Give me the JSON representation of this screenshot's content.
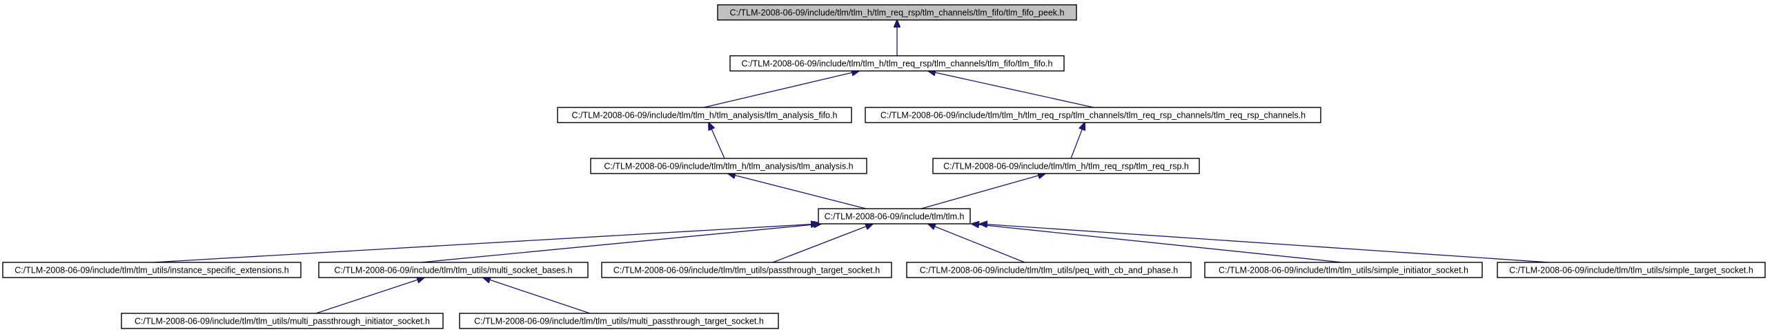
{
  "colors": {
    "edge": "#191970",
    "node_fill": "#ffffff",
    "root_fill": "#c0c0c0",
    "node_stroke": "#000000"
  },
  "nodes": [
    {
      "id": "tlm_fifo_peek",
      "label": "C:/TLM-2008-06-09/include/tlm/tlm_h/tlm_req_rsp/tlm_channels/tlm_fifo/tlm_fifo_peek.h",
      "root": true
    },
    {
      "id": "tlm_fifo",
      "label": "C:/TLM-2008-06-09/include/tlm/tlm_h/tlm_req_rsp/tlm_channels/tlm_fifo/tlm_fifo.h"
    },
    {
      "id": "tlm_analysis_fifo",
      "label": "C:/TLM-2008-06-09/include/tlm/tlm_h/tlm_analysis/tlm_analysis_fifo.h"
    },
    {
      "id": "tlm_req_rsp_channels",
      "label": "C:/TLM-2008-06-09/include/tlm/tlm_h/tlm_req_rsp/tlm_channels/tlm_req_rsp_channels/tlm_req_rsp_channels.h"
    },
    {
      "id": "tlm_analysis",
      "label": "C:/TLM-2008-06-09/include/tlm/tlm_h/tlm_analysis/tlm_analysis.h"
    },
    {
      "id": "tlm_req_rsp",
      "label": "C:/TLM-2008-06-09/include/tlm/tlm_h/tlm_req_rsp/tlm_req_rsp.h"
    },
    {
      "id": "tlm",
      "label": "C:/TLM-2008-06-09/include/tlm/tlm.h"
    },
    {
      "id": "instance_specific_extensions",
      "label": "C:/TLM-2008-06-09/include/tlm/tlm_utils/instance_specific_extensions.h"
    },
    {
      "id": "multi_socket_bases",
      "label": "C:/TLM-2008-06-09/include/tlm/tlm_utils/multi_socket_bases.h"
    },
    {
      "id": "passthrough_target_socket",
      "label": "C:/TLM-2008-06-09/include/tlm/tlm_utils/passthrough_target_socket.h"
    },
    {
      "id": "peq_with_cb_and_phase",
      "label": "C:/TLM-2008-06-09/include/tlm/tlm_utils/peq_with_cb_and_phase.h"
    },
    {
      "id": "simple_initiator_socket",
      "label": "C:/TLM-2008-06-09/include/tlm/tlm_utils/simple_initiator_socket.h"
    },
    {
      "id": "simple_target_socket",
      "label": "C:/TLM-2008-06-09/include/tlm/tlm_utils/simple_target_socket.h"
    },
    {
      "id": "multi_passthrough_initiator_socket",
      "label": "C:/TLM-2008-06-09/include/tlm/tlm_utils/multi_passthrough_initiator_socket.h"
    },
    {
      "id": "multi_passthrough_target_socket",
      "label": "C:/TLM-2008-06-09/include/tlm/tlm_utils/multi_passthrough_target_socket.h"
    }
  ],
  "edges": [
    {
      "from": "tlm_fifo",
      "to": "tlm_fifo_peek"
    },
    {
      "from": "tlm_analysis_fifo",
      "to": "tlm_fifo"
    },
    {
      "from": "tlm_req_rsp_channels",
      "to": "tlm_fifo"
    },
    {
      "from": "tlm_analysis",
      "to": "tlm_analysis_fifo"
    },
    {
      "from": "tlm_req_rsp",
      "to": "tlm_req_rsp_channels"
    },
    {
      "from": "tlm",
      "to": "tlm_analysis"
    },
    {
      "from": "tlm",
      "to": "tlm_req_rsp"
    },
    {
      "from": "instance_specific_extensions",
      "to": "tlm"
    },
    {
      "from": "multi_socket_bases",
      "to": "tlm"
    },
    {
      "from": "passthrough_target_socket",
      "to": "tlm"
    },
    {
      "from": "peq_with_cb_and_phase",
      "to": "tlm"
    },
    {
      "from": "simple_initiator_socket",
      "to": "tlm"
    },
    {
      "from": "simple_target_socket",
      "to": "tlm"
    },
    {
      "from": "multi_passthrough_initiator_socket",
      "to": "multi_socket_bases"
    },
    {
      "from": "multi_passthrough_target_socket",
      "to": "multi_socket_bases"
    }
  ]
}
